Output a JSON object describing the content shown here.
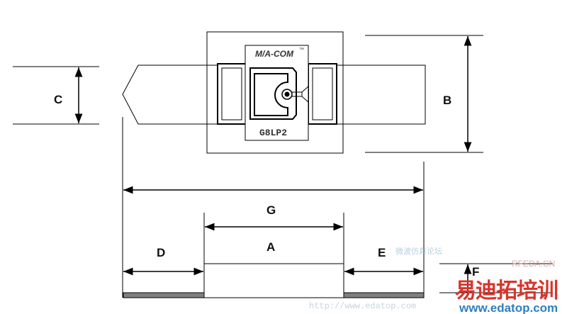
{
  "labels": {
    "A": "A",
    "B": "B",
    "C": "C",
    "D": "D",
    "E": "E",
    "F": "F",
    "G": "G"
  },
  "chip": {
    "brand": "M/A-COM",
    "trademark": "™",
    "part": "G8LP2"
  },
  "watermark": {
    "site": "RFEDA.CN",
    "cn_small": "微波仿真论坛",
    "cn_large": "易迪拓培训",
    "url": "www.edatop.com",
    "url_faint": "http://www.edatop.com"
  },
  "colors": {
    "line": "#000000",
    "lead": "#808080",
    "wm_red": "#d9342b",
    "wm_blue": "#2f7fc1"
  }
}
